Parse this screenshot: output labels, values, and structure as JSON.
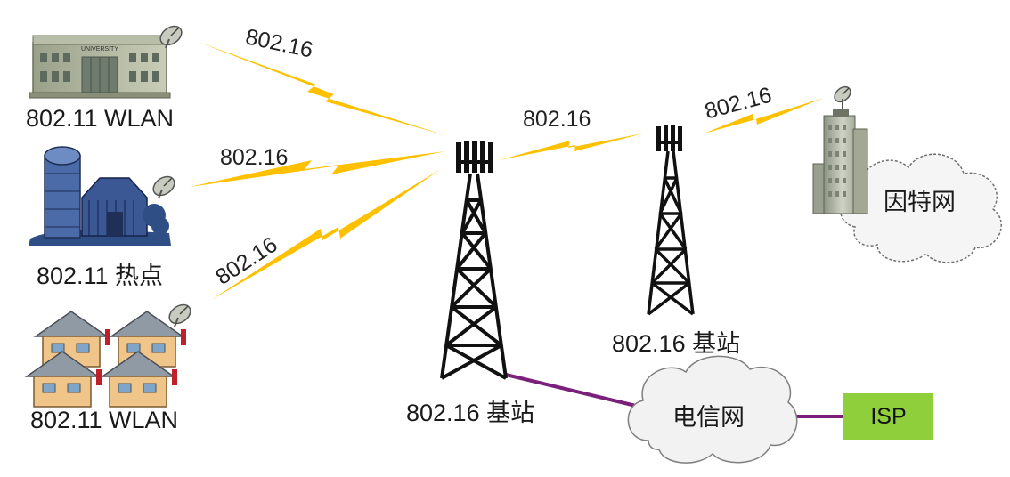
{
  "nodes": {
    "university_label": "802.11 WLAN",
    "university_sign": "UNIVERSITY",
    "farm_label": "802.11 热点",
    "houses_label": "802.11 WLAN",
    "tower_main_label": "802.16 基站",
    "tower_second_label": "802.16 基站",
    "internet_label": "因特网",
    "telecom_label": "电信网",
    "isp_label": "ISP"
  },
  "links": {
    "university_link": "802.16",
    "farm_link": "802.16",
    "houses_link": "802.16",
    "tower_to_tower_link": "802.16",
    "tower_to_internet_link": "802.16"
  },
  "colors": {
    "lightning": "#ffc000",
    "wire": "#7a1f7a",
    "isp_box": "#8fcf3c",
    "cloud_fill": "#f2f2f2",
    "cloud_stroke": "#7f7f7f"
  }
}
